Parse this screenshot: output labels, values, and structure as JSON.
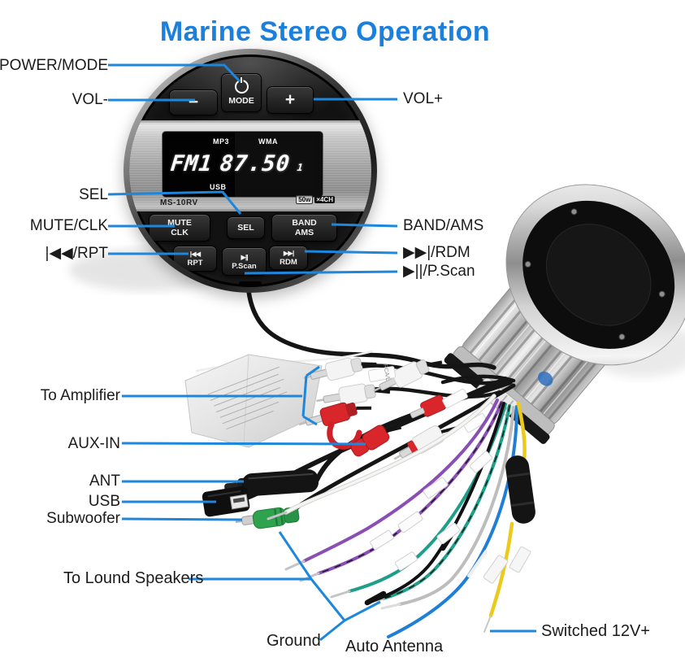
{
  "title": "Marine Stereo Operation",
  "colors": {
    "title_blue": "#1a7fdd",
    "leader_blue": "#1d86dd",
    "red_rca": "#d8262b",
    "green_plug": "#2fa24f",
    "yellow_wire": "#edc91c",
    "blue_wire": "#1f7ed6",
    "purple_wire": "#8a4fb5",
    "teal_wire": "#1f9e8a"
  },
  "unit": {
    "model": "MS-10RV",
    "power_rating": "50w",
    "channels": "×4CH",
    "display": {
      "mp3": "MP3",
      "wma": "WMA",
      "band": "FM1",
      "freq": "87.50",
      "preset": "1",
      "usb": "USB"
    },
    "buttons": {
      "minus": "−",
      "mode": "MODE",
      "plus": "+",
      "mute1": "MUTE",
      "mute2": "CLK",
      "sel": "SEL",
      "band1": "BAND",
      "band2": "AMS",
      "rpt1": "|◀◀",
      "rpt2": "RPT",
      "pscan1": "▶||",
      "pscan2": "P.Scan",
      "rdm1": "▶▶|",
      "rdm2": "RDM"
    }
  },
  "callouts": {
    "power_mode": "POWER/MODE",
    "vol_minus": "VOL-",
    "vol_plus": "VOL+",
    "sel": "SEL",
    "mute_clk": "MUTE/CLK",
    "rpt": "|◀◀/RPT",
    "band_ams": "BAND/AMS",
    "rdm": "▶▶|/RDM",
    "pscan": "▶||/P.Scan",
    "to_amplifier": "To Amplifier",
    "aux_in": "AUX-IN",
    "ant": "ANT",
    "usb": "USB",
    "subwoofer": "Subwoofer",
    "to_lound_speakers": "To Lound Speakers",
    "ground": "Ground",
    "auto_antenna": "Auto Antenna",
    "switched_12v": "Switched 12V+"
  },
  "wire_tag": "RCA/L"
}
